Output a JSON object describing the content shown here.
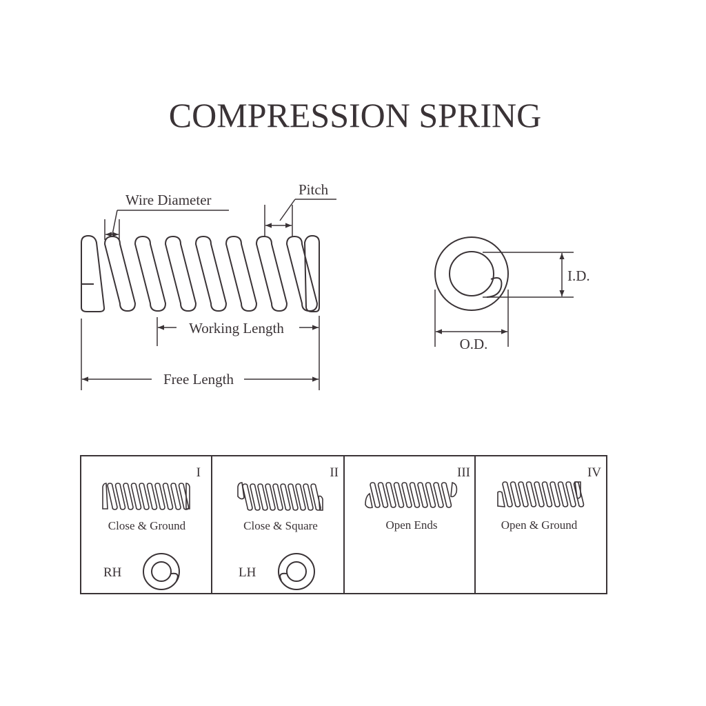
{
  "title": "COMPRESSION SPRING",
  "labels": {
    "wire_diameter": "Wire Diameter",
    "pitch": "Pitch",
    "working_length": "Working Length",
    "free_length": "Free Length",
    "id": "I.D.",
    "od": "O.D."
  },
  "end_types": [
    {
      "numeral": "I",
      "name": "Close & Ground"
    },
    {
      "numeral": "II",
      "name": "Close & Square"
    },
    {
      "numeral": "III",
      "name": "Open Ends"
    },
    {
      "numeral": "IV",
      "name": "Open & Ground"
    }
  ],
  "winding": {
    "right_hand": "RH",
    "left_hand": "LH"
  },
  "colors": {
    "ink": "#3a3336",
    "background": "#ffffff"
  }
}
